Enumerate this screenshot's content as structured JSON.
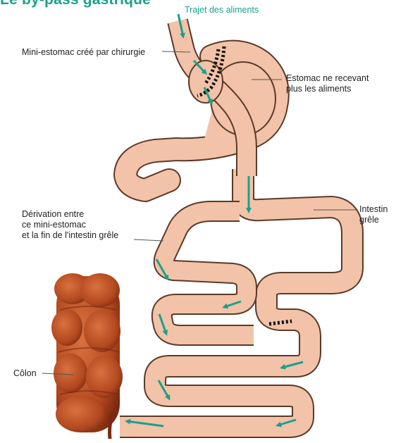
{
  "title": "Le by-pass gastrique",
  "corner_text": "",
  "labels": {
    "food_path": "Trajet des aliments",
    "mini_stomach": "Mini-estomac créé par chirurgie",
    "stomach_line1": "Estomac ne recevant",
    "stomach_line2": "plus les aliments",
    "bypass_line1": "Dérivation entre",
    "bypass_line2": "ce mini-estomac",
    "bypass_line3": "et la fin de l'intestin grêle",
    "intestine_line1": "Intestin",
    "intestine_line2": "grêle",
    "colon": "Côlon"
  },
  "colors": {
    "tissue": "#f2c3a8",
    "tissue_outline": "#5a3a2a",
    "arrow": "#1aa08a",
    "colon": "#b2481f",
    "title": "#1aa08a"
  },
  "icons": [
    "flow-arrow-icon",
    "staple-line-icon"
  ]
}
